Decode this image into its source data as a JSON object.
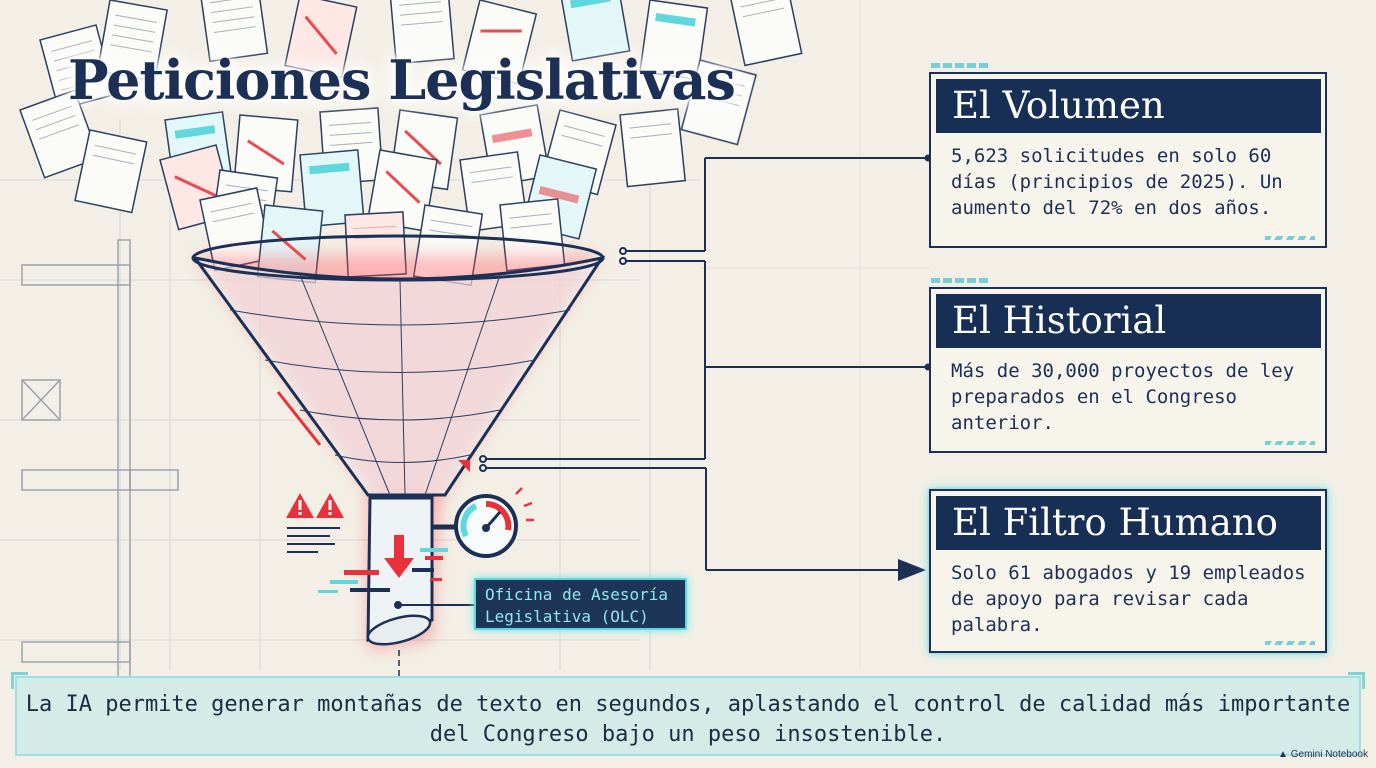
{
  "title": "Peticiones Legislativas",
  "panels": [
    {
      "title": "El Volumen",
      "text": "5,623 solicitudes en solo 60 días (principios de 2025). Un aumento del 72% en dos años."
    },
    {
      "title": "El Historial",
      "text": "Más de 30,000 proyectos de ley preparados en el Congreso anterior."
    },
    {
      "title": "El Filtro Humano",
      "text": "Solo 61 abogados y 19 empleados de apoyo para revisar cada palabra."
    }
  ],
  "funnel_label": "Oficina de Asesoría\nLegislativa (OLC)",
  "bottom_text": "La IA permite generar montañas de texto en segundos, aplastando el control de calidad más importante del Congreso bajo un peso insostenible.",
  "watermark": "Gemini Notebook",
  "colors": {
    "navy": "#172e55",
    "accent_cyan": "#5ed7de",
    "alert_red": "#e8313a",
    "background": "#f3efe6"
  },
  "icons": [
    "warning-icon",
    "pressure-gauge-icon",
    "arrow-down-icon",
    "document-icon"
  ]
}
